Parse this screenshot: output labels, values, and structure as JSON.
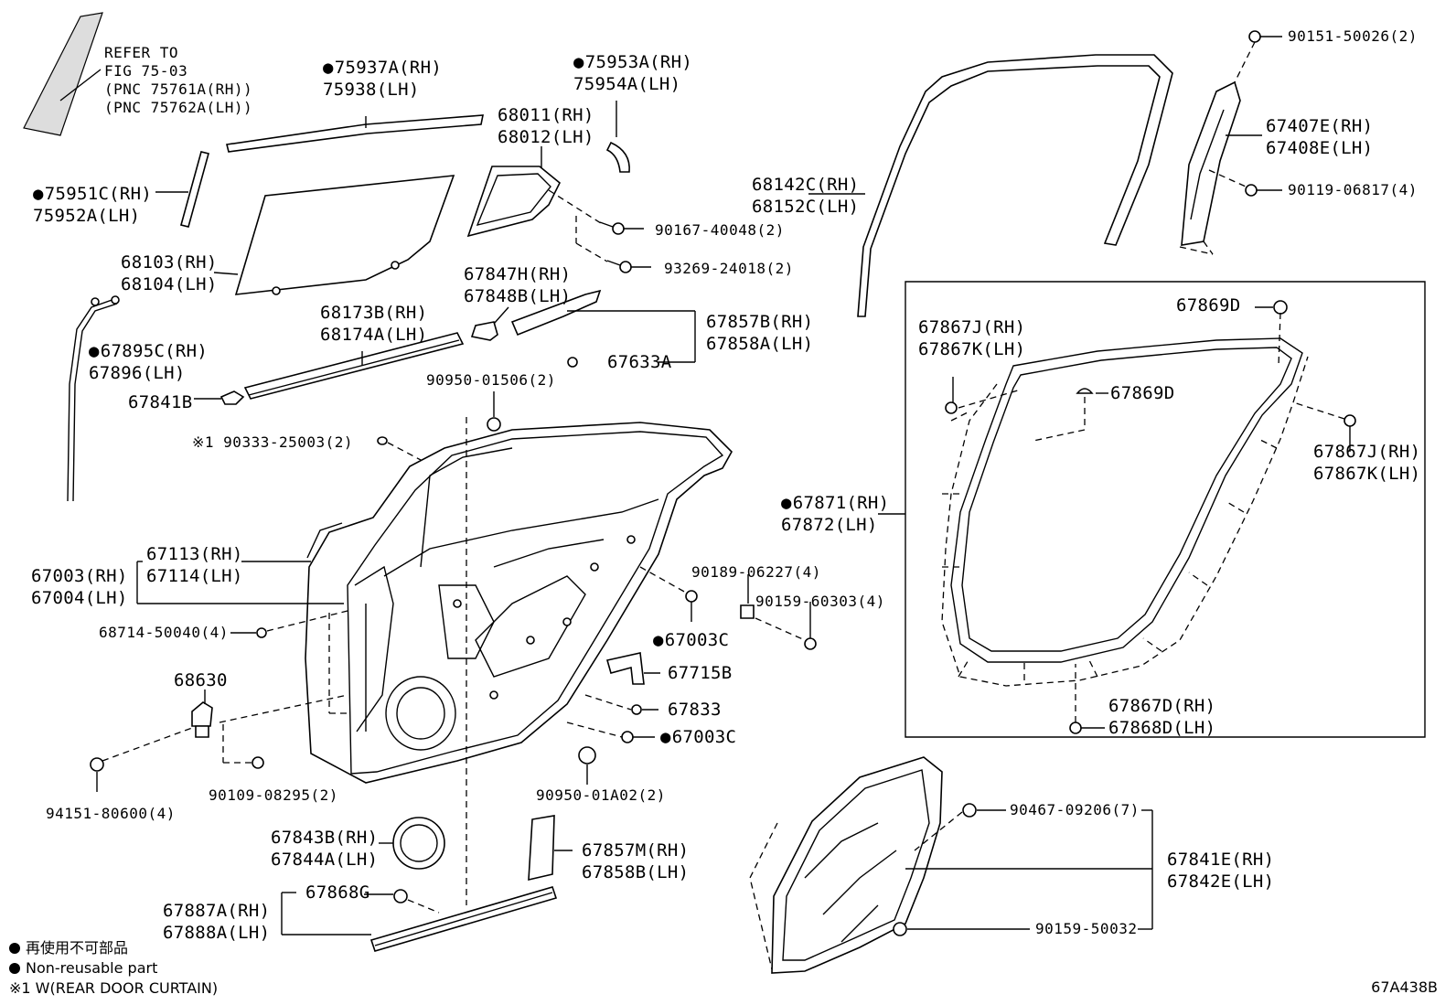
{
  "labels": {
    "refer": "REFER TO\nFIG 75-03\n(PNC 75761A(RH))\n(PNC 75762A(LH))",
    "p75937": "75937A(RH)\n75938(LH)",
    "p75953": "75953A(RH)\n75954A(LH)",
    "p68011": "68011(RH)\n68012(LH)",
    "p75951": "75951C(RH)\n75952A(LH)",
    "p68103": "68103(RH)\n68104(LH)",
    "p90167": "90167-40048(2)",
    "p93269": "93269-24018(2)",
    "p67847": "67847H(RH)\n67848B(LH)",
    "p68173": "68173B(RH)\n68174A(LH)",
    "p67857": "67857B(RH)\n67858A(LH)",
    "p67633": "67633A",
    "p67895": "67895C(RH)\n67896(LH)",
    "p67841b": "67841B",
    "p90950a": "90950-01506(2)",
    "p90333": "※1 90333-25003(2)",
    "p67113": "67113(RH)\n67114(LH)",
    "p67003": "67003(RH)\n67004(LH)",
    "p68714": "68714-50040(4)",
    "p68630": "68630",
    "p90109": "90109-08295(2)",
    "p94151": "94151-80600(4)",
    "p90189": "90189-06227(4)",
    "p90159a": "90159-60303(4)",
    "p67003c1": "67003C",
    "p67715": "67715B",
    "p67833": "67833",
    "p67003c2": "67003C",
    "p90950b": "90950-01A02(2)",
    "p67843": "67843B(RH)\n67844A(LH)",
    "p67857m": "67857M(RH)\n67858B(LH)",
    "p67887": "67887A(RH)\n67888A(LH)",
    "p67868g": "67868G",
    "p68142": "68142C(RH)\n68152C(LH)",
    "p90151": "90151-50026(2)",
    "p67407": "67407E(RH)\n67408E(LH)",
    "p90119": "90119-06817(4)",
    "p67869d1": "67869D",
    "p67867a": "67867J(RH)\n67867K(LH)",
    "p67869d2": "67869D",
    "p67867b": "67867J(RH)\n67867K(LH)",
    "p67871": "67871(RH)\n67872(LH)",
    "p67867d": "67867D(RH)\n67868D(LH)",
    "p90467": "90467-09206(7)",
    "p67841e": "67841E(RH)\n67842E(LH)",
    "p90159b": "90159-50032"
  },
  "legend": {
    "jp": "再使用不可部品",
    "en": "Non-reusable part",
    "note": "※1 W(REAR DOOR CURTAIN)"
  },
  "figure_code": "67A438B"
}
